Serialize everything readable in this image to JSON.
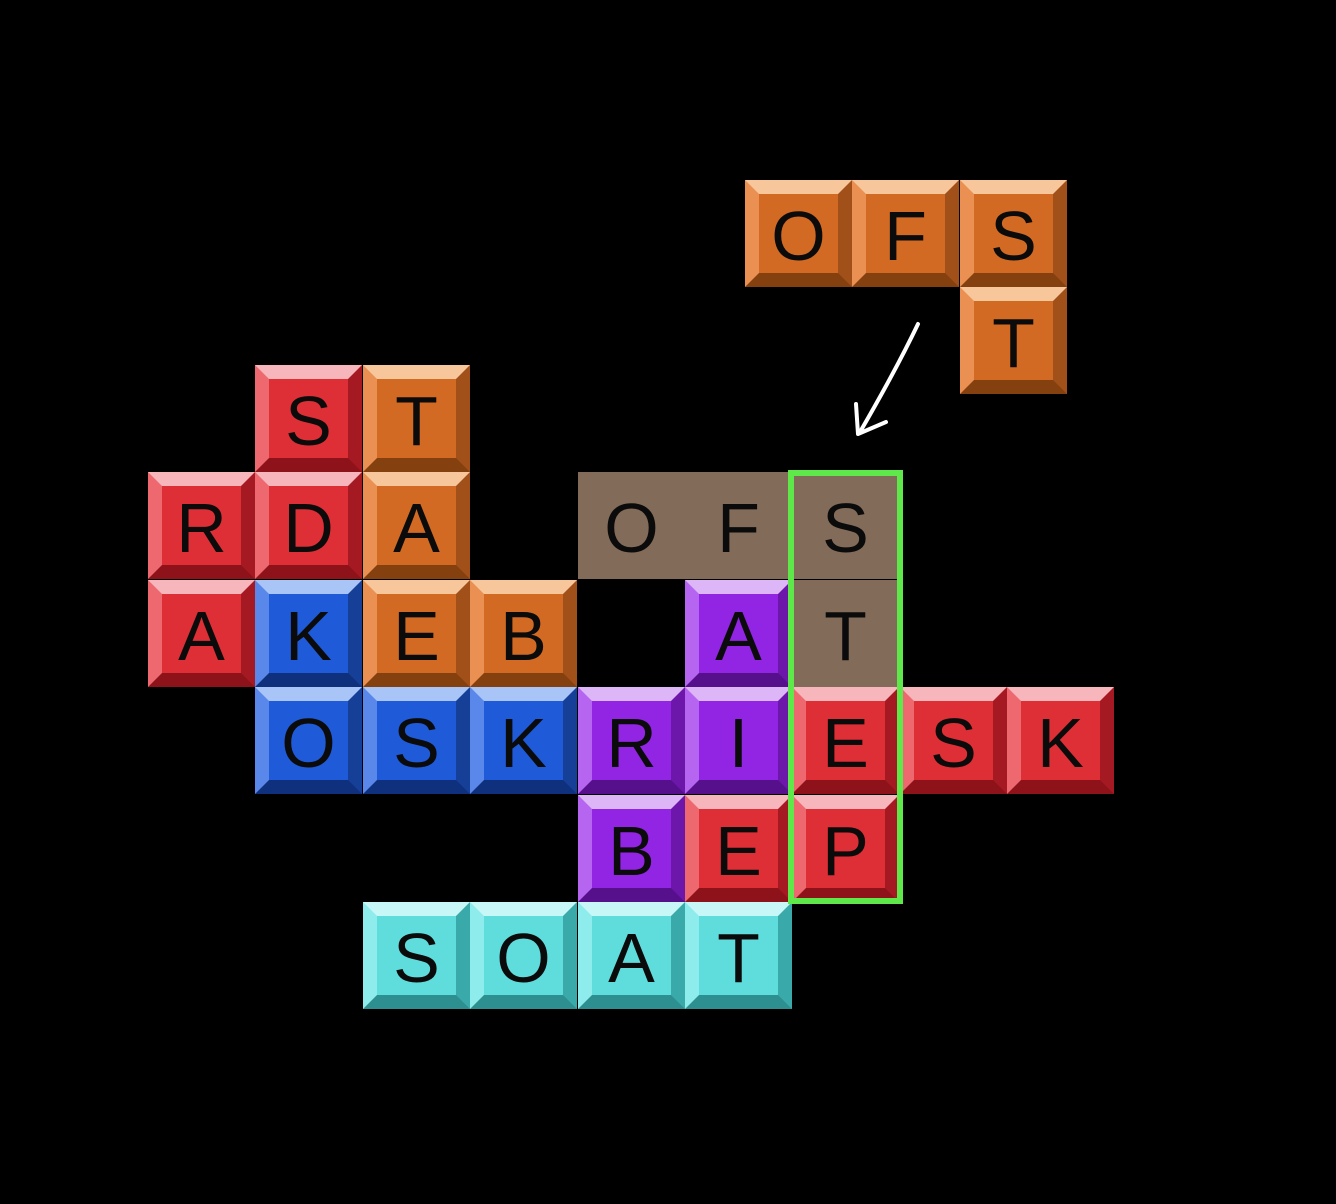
{
  "colors": {
    "background": "#000000",
    "highlight": "#5fe84a",
    "arrow": "#ffffff"
  },
  "incoming_piece": {
    "color": "orange",
    "tiles": [
      {
        "row": 0,
        "col": 0,
        "letter": "O"
      },
      {
        "row": 0,
        "col": 1,
        "letter": "F"
      },
      {
        "row": 0,
        "col": 2,
        "letter": "S"
      },
      {
        "row": 1,
        "col": 2,
        "letter": "T"
      }
    ]
  },
  "board": [
    {
      "row": 0,
      "col": 1,
      "letter": "S",
      "color": "red"
    },
    {
      "row": 0,
      "col": 2,
      "letter": "T",
      "color": "orange"
    },
    {
      "row": 1,
      "col": 0,
      "letter": "R",
      "color": "red"
    },
    {
      "row": 1,
      "col": 1,
      "letter": "D",
      "color": "red"
    },
    {
      "row": 1,
      "col": 2,
      "letter": "A",
      "color": "orange"
    },
    {
      "row": 1,
      "col": 4,
      "letter": "O",
      "color": "brown"
    },
    {
      "row": 1,
      "col": 5,
      "letter": "F",
      "color": "brown"
    },
    {
      "row": 1,
      "col": 6,
      "letter": "S",
      "color": "brown"
    },
    {
      "row": 2,
      "col": 0,
      "letter": "A",
      "color": "red"
    },
    {
      "row": 2,
      "col": 1,
      "letter": "K",
      "color": "blue"
    },
    {
      "row": 2,
      "col": 2,
      "letter": "E",
      "color": "orange"
    },
    {
      "row": 2,
      "col": 3,
      "letter": "B",
      "color": "orange"
    },
    {
      "row": 2,
      "col": 5,
      "letter": "A",
      "color": "purple"
    },
    {
      "row": 2,
      "col": 6,
      "letter": "T",
      "color": "brown"
    },
    {
      "row": 3,
      "col": 1,
      "letter": "O",
      "color": "blue"
    },
    {
      "row": 3,
      "col": 2,
      "letter": "S",
      "color": "blue"
    },
    {
      "row": 3,
      "col": 3,
      "letter": "K",
      "color": "blue"
    },
    {
      "row": 3,
      "col": 4,
      "letter": "R",
      "color": "purple"
    },
    {
      "row": 3,
      "col": 5,
      "letter": "I",
      "color": "purple"
    },
    {
      "row": 3,
      "col": 6,
      "letter": "E",
      "color": "red"
    },
    {
      "row": 3,
      "col": 7,
      "letter": "S",
      "color": "red"
    },
    {
      "row": 3,
      "col": 8,
      "letter": "K",
      "color": "red"
    },
    {
      "row": 4,
      "col": 4,
      "letter": "B",
      "color": "purple"
    },
    {
      "row": 4,
      "col": 5,
      "letter": "E",
      "color": "red"
    },
    {
      "row": 4,
      "col": 6,
      "letter": "P",
      "color": "red"
    },
    {
      "row": 5,
      "col": 2,
      "letter": "S",
      "color": "cyan"
    },
    {
      "row": 5,
      "col": 3,
      "letter": "O",
      "color": "cyan"
    },
    {
      "row": 5,
      "col": 4,
      "letter": "A",
      "color": "cyan"
    },
    {
      "row": 5,
      "col": 5,
      "letter": "T",
      "color": "cyan"
    }
  ],
  "highlighted_column": {
    "col": 6,
    "row_start": 1,
    "row_end": 4,
    "letters": [
      "S",
      "T",
      "E",
      "P"
    ]
  }
}
